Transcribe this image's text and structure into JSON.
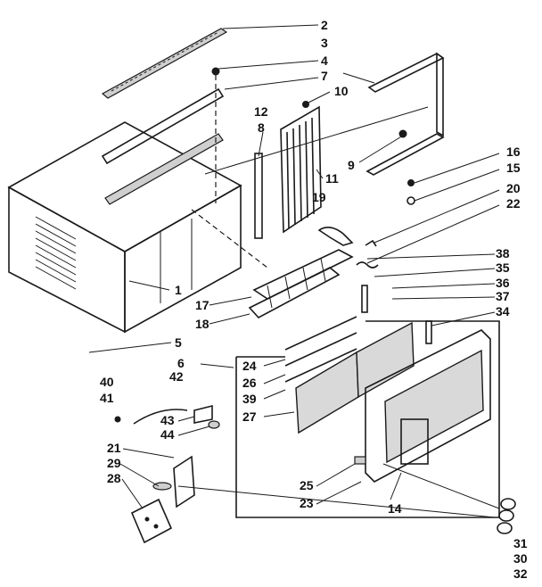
{
  "parts": {
    "p1": "1",
    "p2": "2",
    "p3": "3",
    "p4": "4",
    "p5": "5",
    "p6": "6",
    "p7": "7",
    "p8": "8",
    "p9": "9",
    "p10": "10",
    "p11": "11",
    "p12": "12",
    "p14": "14",
    "p15": "15",
    "p16": "16",
    "p17": "17",
    "p18": "18",
    "p19": "19",
    "p20": "20",
    "p21": "21",
    "p22": "22",
    "p23": "23",
    "p24": "24",
    "p25": "25",
    "p26": "26",
    "p27": "27",
    "p28": "28",
    "p29": "29",
    "p30": "30",
    "p31": "31",
    "p32": "32",
    "p34": "34",
    "p35": "35",
    "p36": "36",
    "p37": "37",
    "p38": "38",
    "p39": "39",
    "p40": "40",
    "p41": "41",
    "p42": "42",
    "p43": "43",
    "p44": "44"
  },
  "colors": {
    "ink": "#1a1a1a",
    "paper": "#ffffff"
  }
}
